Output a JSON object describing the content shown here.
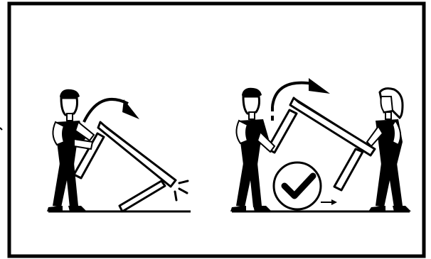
{
  "panels": [
    {
      "id": "left",
      "caption": "",
      "scene": "one-person-lift",
      "verdict": "incorrect"
    },
    {
      "id": "right",
      "caption": "",
      "scene": "two-person-lift",
      "verdict": "correct"
    }
  ],
  "icons": {
    "rotate_arrow": "rotate-clockwise-arrow-icon",
    "impact": "impact-burst-icon",
    "check": "checkmark-icon",
    "direction": "right-arrow-icon"
  },
  "colors": {
    "ink": "#000000",
    "paper": "#ffffff"
  }
}
